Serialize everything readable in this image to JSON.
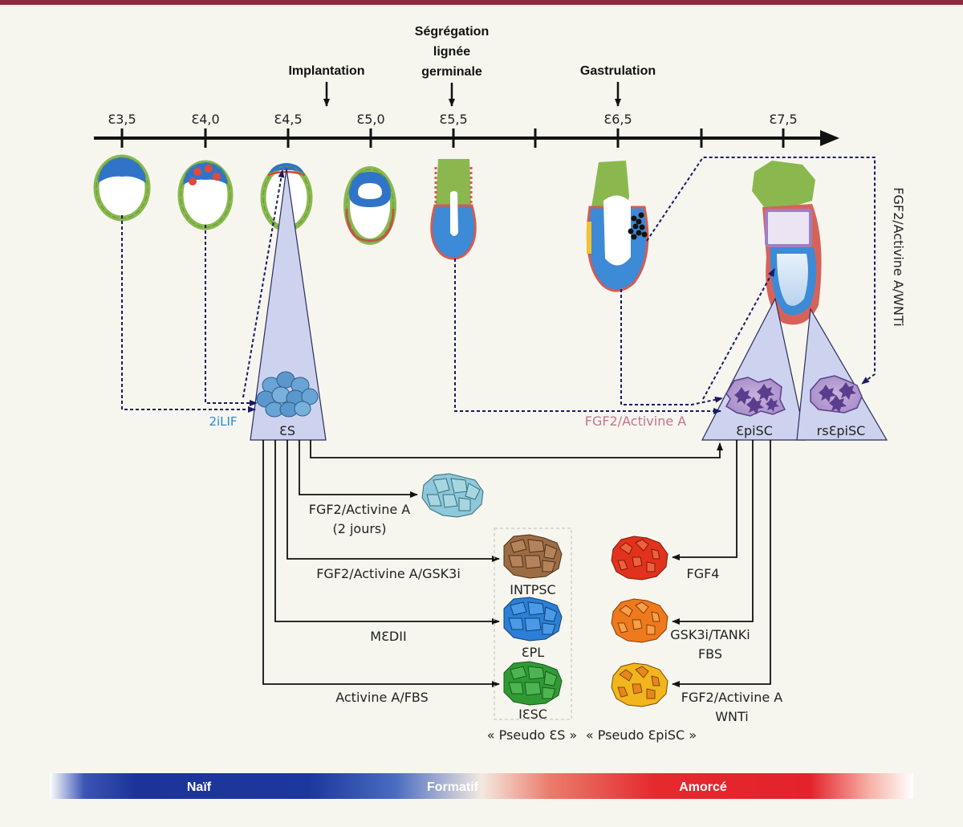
{
  "timeline": {
    "ticks": [
      "Ɛ3,5",
      "Ɛ4,0",
      "Ɛ4,5",
      "Ɛ5,0",
      "Ɛ5,5",
      "Ɛ6,5",
      "Ɛ7,5"
    ],
    "events": {
      "implantation": "Implantation",
      "segregation": [
        "Ségrégation",
        "lignée",
        "germinale"
      ],
      "gastrulation": "Gastrulation"
    }
  },
  "conditions": {
    "two_ilif": "2iLIF",
    "fgf2_activine": "FGF2/Activine A",
    "fgf2_activine_wnti": "FGF2/Activine A/WNTi",
    "es_to_cluster": [
      "FGF2/Activine A",
      "(2 jours)"
    ],
    "es_to_intpsc": "FGF2/Activine A/GSK3i",
    "es_to_epl": "MƐDII",
    "es_to_iesc": "Activine A/FBS",
    "epi_fgf4": "FGF4",
    "epi_gsk": [
      "GSK3i/TANKi",
      "FBS"
    ],
    "epi_fgf2_wnti": [
      "FGF2/Activine A",
      "WNTi"
    ]
  },
  "cell_lines": {
    "es": "ƐS",
    "episc": "ƐpiSC",
    "rsepisc": "rsƐpiSC",
    "intpsc": "INTPSC",
    "epl": "ƐPL",
    "iesc": "IƐSC"
  },
  "groups": {
    "pseudo_es": "« Pseudo ƐS »",
    "pseudo_episc": "« Pseudo ƐpiSC »"
  },
  "band": {
    "naif": "Naïf",
    "formatif": "Formatif",
    "amorce": "Amorcé"
  },
  "colors": {
    "accent_top": "#8b2c3c",
    "naive_blue": "#1c3a9e",
    "primed_red": "#e51b2a",
    "two_ilif_text": "#2a8ad6",
    "fgf2_text": "#c0758f"
  }
}
